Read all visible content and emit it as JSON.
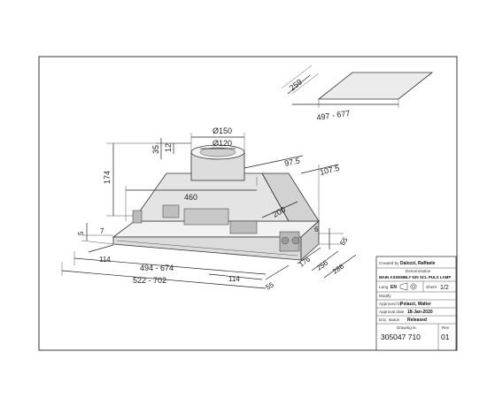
{
  "panel": {
    "dims": {
      "d259": "259",
      "d497_677": "497 - 677",
      "d150": "Ø150",
      "d120": "Ø120",
      "d35": "35",
      "d12": "12",
      "d174": "174",
      "d97_5": "97.5",
      "d107_5": "107.5",
      "d460": "460",
      "d200": "200",
      "d5": "5",
      "d7": "7",
      "d6": "6",
      "d55a": "55",
      "d114a": "114",
      "d494_674": "494 - 674",
      "d522_702": "522 - 702",
      "d114b": "114",
      "d55b": "55",
      "d176": "176",
      "d256": "256",
      "d286": "286"
    }
  },
  "title_block": {
    "created_by_label": "Created by",
    "created_by": "Dalozzi, Raffaele",
    "denomination_label": "Denomination",
    "denomination": "MAIN ASSEMBLY 520 SCL PULS LAMP",
    "lang_label": "Lang",
    "lang": "EN",
    "sheet_label": "Sheet",
    "sheet": "1/2",
    "modify_label": "Modify",
    "modify": "",
    "approved_by_label": "Approved by",
    "approved_by": "Polazzi, Walter",
    "approval_date_label": "Approval date",
    "approval_date": "18-Jan-2020",
    "doc_status_label": "Doc. status",
    "doc_status": "Released",
    "drawing_no_label": "Drawing N.",
    "drawing_no": "305047 710",
    "rev_label": "Rev",
    "rev": "01"
  }
}
